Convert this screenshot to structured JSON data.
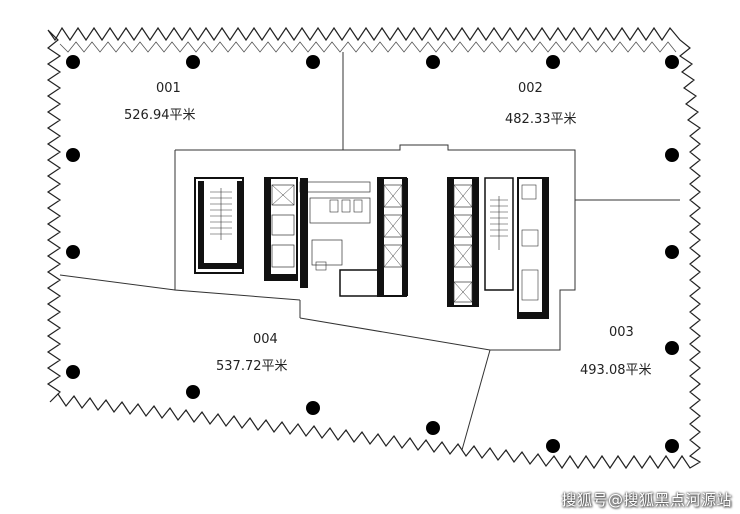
{
  "units": [
    {
      "id": "001",
      "area": "526.94平米"
    },
    {
      "id": "002",
      "area": "482.33平米"
    },
    {
      "id": "003",
      "area": "493.08平米"
    },
    {
      "id": "004",
      "area": "537.72平米"
    }
  ],
  "watermark": "搜狐号@搜狐黑点河源站",
  "colors": {
    "wall": "#111111",
    "line": "#333333",
    "column": "#000000",
    "background": "#ffffff"
  }
}
